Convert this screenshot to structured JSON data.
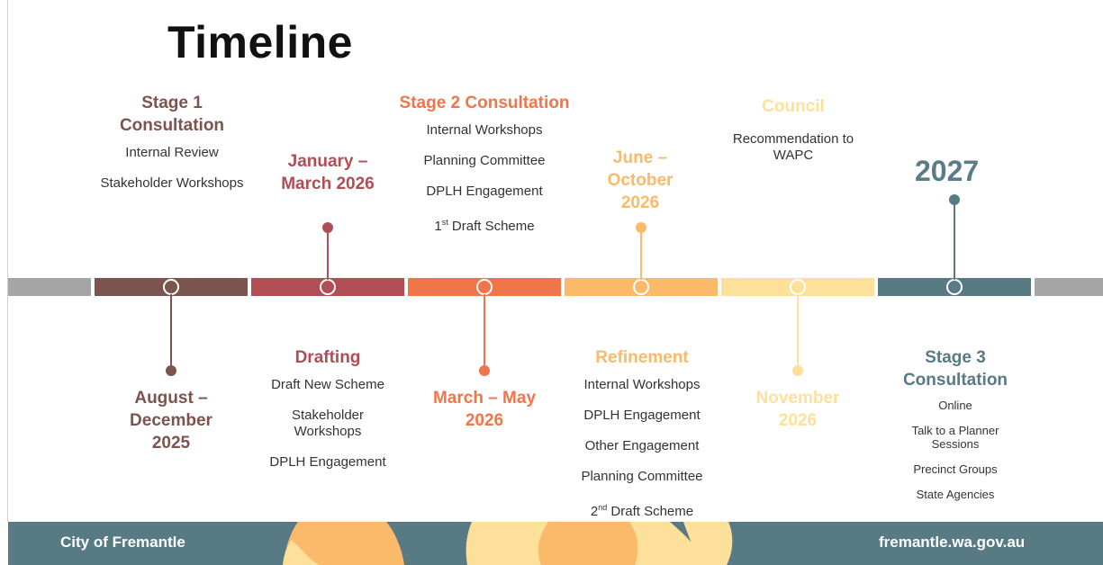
{
  "title": "Timeline",
  "colors": {
    "grey": "#a5a5a5",
    "brown": "#7b544f",
    "red": "#b14e55",
    "orange": "#f07548",
    "light_orange": "#fbb96a",
    "yellow": "#fde19a",
    "teal": "#587a85"
  },
  "stage1": {
    "heading": "Stage 1 Consultation",
    "items": [
      "Internal Review",
      "Stakeholder Workshops"
    ]
  },
  "date1": "August – December 2025",
  "date2": "January – March 2026",
  "drafting": {
    "heading": "Drafting",
    "items": [
      "Draft New Scheme",
      "Stakeholder Workshops",
      "DPLH Engagement"
    ]
  },
  "stage2": {
    "heading": "Stage 2 Consultation",
    "items": [
      "Internal Workshops",
      "Planning Committee",
      "DPLH Engagement"
    ],
    "draft_num": "1",
    "draft_sup": "st",
    "draft_text": " Draft Scheme"
  },
  "date3": "March – May 2026",
  "date4": "June – October 2026",
  "refinement": {
    "heading": "Refinement",
    "items": [
      "Internal Workshops",
      "DPLH Engagement",
      "Other Engagement",
      "Planning Committee"
    ],
    "draft_num": "2",
    "draft_sup": "nd",
    "draft_text": " Draft Scheme"
  },
  "council": {
    "heading": "Council",
    "items": [
      "Recommendation to WAPC"
    ]
  },
  "date5": "November 2026",
  "year": "2027",
  "stage3": {
    "heading": "Stage 3 Consultation",
    "items": [
      "Online",
      "Talk to a Planner Sessions",
      "Precinct Groups",
      "State Agencies"
    ]
  },
  "footer": {
    "left": "City of Fremantle",
    "right": "fremantle.wa.gov.au"
  }
}
